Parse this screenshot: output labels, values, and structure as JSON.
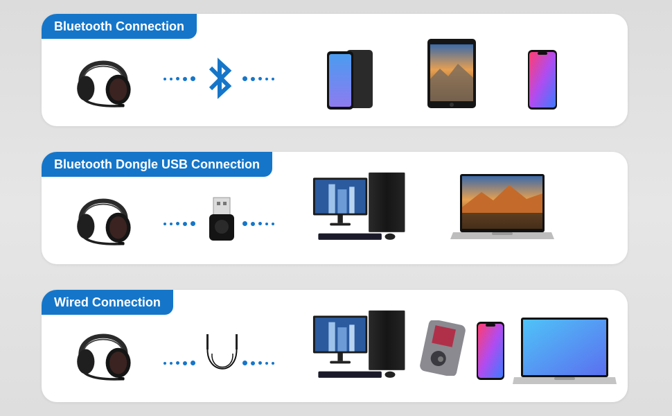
{
  "sections": [
    {
      "label": "Bluetooth Connection"
    },
    {
      "label": "Bluetooth Dongle USB Connection"
    },
    {
      "label": "Wired Connection"
    }
  ],
  "colors": {
    "accent": "#1576c9",
    "panel": "#ffffff",
    "background": "#e2e2e2"
  },
  "icons": [
    "headset-icon",
    "bluetooth-icon",
    "usb-dongle-icon",
    "aux-cable-icon",
    "smartphone-icon",
    "tablet-icon",
    "desktop-computer-icon",
    "laptop-icon",
    "mp3-player-icon"
  ]
}
